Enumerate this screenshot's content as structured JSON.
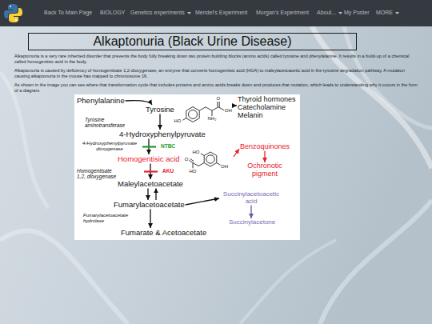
{
  "diagram": {
    "title": "Alkaptonuria (Black Urine Disease)",
    "nodes": [
      {
        "text": [
          "Phenylalanine"
        ]
      },
      {
        "text": [
          "Thyroid hormones Catecholamine Melanin"
        ]
      },
      {
        "text": [
          "Tyrosine"
        ]
      },
      {
        "text": [
          "4-Hydroxyphenylpyruvate"
        ]
      },
      {
        "text": [
          "Benzoquinones"
        ]
      },
      {
        "text": [
          "Homogentisic acid"
        ]
      },
      {
        "text": [
          "Ochronotic pigment"
        ]
      },
      {
        "text": [
          "Maleylacetoacetate"
        ]
      },
      {
        "text": [
          "Fumarylacetoacetate"
        ]
      },
      {
        "text": [
          "Succinylacetoacetic acid"
        ]
      },
      {
        "text": [
          "Succinylacetone"
        ]
      },
      {
        "text": [
          "Fumarate & Acetoacetate"
        ]
      }
    ],
    "edges": [
      {
        "from": 0,
        "to": 2,
        "arrow": "to"
      },
      {
        "from": 2,
        "to": 1,
        "arrow": "to"
      },
      {
        "from": 2,
        "to": 3,
        "arrow": "to"
      },
      {
        "from": 3,
        "to": 5,
        "arrow": "to",
        "label": "NTBC"
      },
      {
        "from": 5,
        "to": 4,
        "arrow": "to"
      },
      {
        "from": 4,
        "to": 6,
        "arrow": "to"
      },
      {
        "from": 5,
        "to": 7,
        "arrow": "to",
        "label": "AKU"
      },
      {
        "from": 7,
        "to": 8,
        "arrow": "both"
      },
      {
        "from": 8,
        "to": 9,
        "arrow": "to"
      },
      {
        "from": 9,
        "to": 10,
        "arrow": "to"
      },
      {
        "from": 8,
        "to": 11,
        "arrow": "to"
      }
    ],
    "labels": [
      "Back To Main Page",
      "BIOLOGY",
      "Genetics experiments",
      "Mendel's Experiment",
      "Morgan's Experiment",
      "About...",
      "My Poster",
      "MORE",
      "Alkaptonuria is a very rare inherited disorder that prevents the body fully breaking down two protein building blocks (amino acids) called tyrosine and phenylalanine. It results in a build-up of a chemical called homogentisic acid in the body.",
      "Alkaptonuria is caused by deficiency of homogentisate 1,2-dioxygenase, an enzyme that converts homogentisic acid (HGA) to maleylacetoacetic acid in the tyrosine degradation pathway. A mutation causing alkaptonuria in the mouse has mapped to chromosome 16.",
      "As shown in the image you can see where that transformation cycle that includes proteins and amino acids breaks down and produces that mutation, which leads to understanding why it occurs in the form of a diagram.",
      "Tyrosine aminotransferase",
      "4-Hydroxyphenylpyruvate dioxygenase",
      "Homogentisate 1,2, dioxygenase",
      "Fumarylacetoacetate hydrolase",
      "HO",
      "O",
      "OH",
      "NH₂",
      "HO",
      "O",
      "HO",
      "OH"
    ]
  }
}
